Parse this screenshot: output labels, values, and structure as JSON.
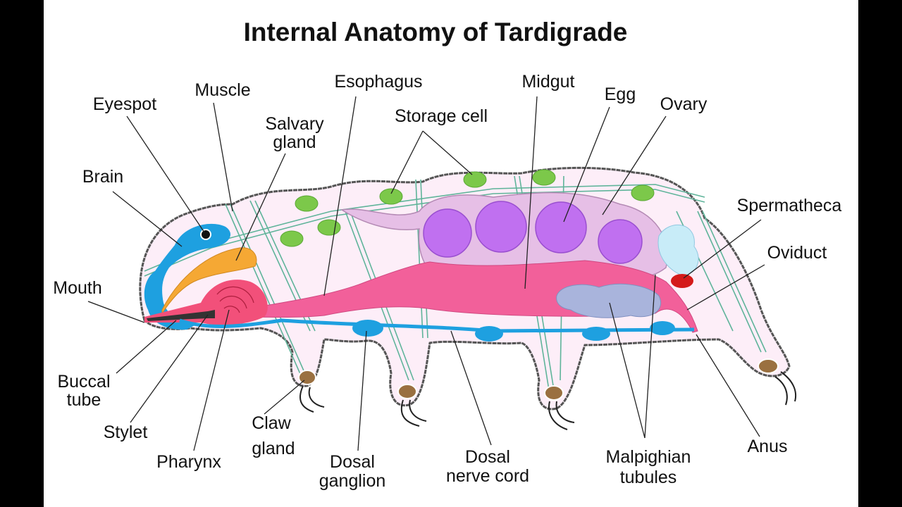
{
  "title": "Internal Anatomy of Tardigrade",
  "labels": {
    "eyespot": "Eyespot",
    "muscle": "Muscle",
    "salivary_gland": [
      "Salvary",
      "gland"
    ],
    "esophagus": "Esophagus",
    "storage_cell": "Storage cell",
    "midgut": "Midgut",
    "egg": "Egg",
    "ovary": "Ovary",
    "brain": "Brain",
    "spermatheca": "Spermatheca",
    "oviduct": "Oviduct",
    "mouth": "Mouth",
    "buccal_tube": [
      "Buccal",
      "tube"
    ],
    "stylet": "Stylet",
    "pharynx": "Pharynx",
    "claw_gland": [
      "Claw",
      "gland"
    ],
    "dorsal_ganglion": [
      "Dosal",
      "ganglion"
    ],
    "dorsal_nerve_cord": [
      "Dosal",
      "nerve cord"
    ],
    "malpighian_tubules": [
      "Malpighian",
      "tubules"
    ],
    "anus": "Anus"
  },
  "colors": {
    "body": "#fdeef8",
    "outline": "#555555",
    "brain": "#1ea0e0",
    "salivary_gland": "#f5a834",
    "pharynx": "#f2507a",
    "midgut": "#f2609a",
    "ovary": "#e6bfe6",
    "egg": "#c070f0",
    "storage_cell": "#7cc84a",
    "muscle": "#5fb49a",
    "malpighian": "#a9b4dc",
    "spermatheca": "#d41a1a",
    "claw_gland": "#9a7040"
  }
}
